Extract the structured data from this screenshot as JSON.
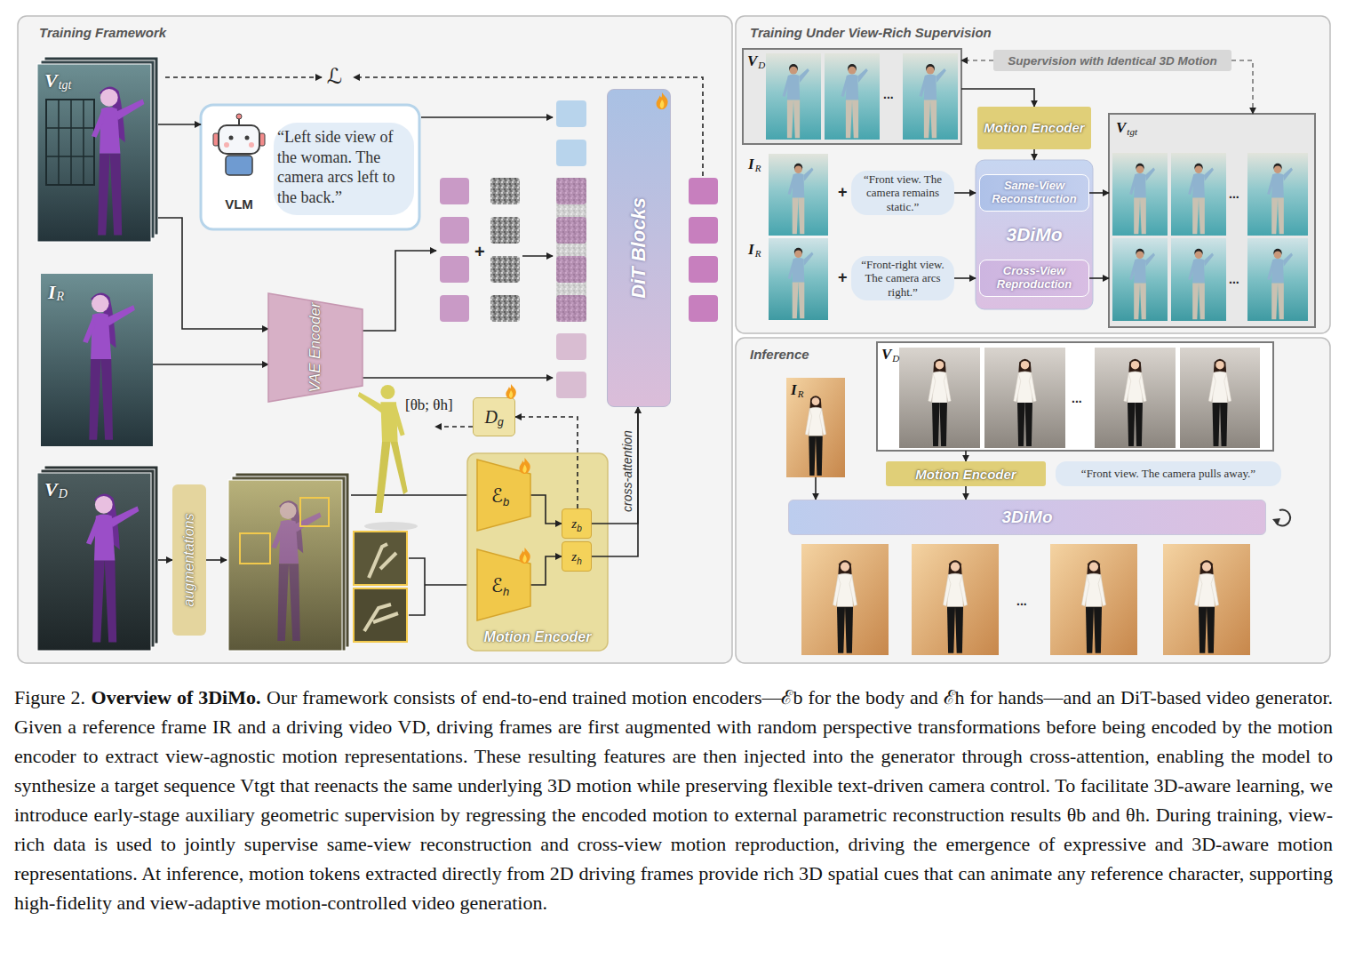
{
  "diagram": {
    "title": "Overview of 3DiMo.",
    "caption": "Our framework consists of end-to-end trained motion encoders—ℰb for the body and ℰh for hands—and an DiT-based video generator. Given a reference frame IR and a driving video VD, driving frames are first augmented with random perspective transformations before being encoded by the motion encoder to extract view-agnostic motion representations. These resulting features are then injected into the generator through cross-attention, enabling the model to synthesize a target sequence Vtgt that reenacts the same underlying 3D motion while preserving flexible text-driven camera control. To facilitate 3D-aware learning, we introduce early-stage auxiliary geometric supervision by regressing the encoded motion to external parametric reconstruction results θb and θh. During training, view-rich data is used to jointly supervise same-view reconstruction and cross-view motion reproduction, driving the emergence of expressive and 3D-aware motion representations. At inference, motion tokens extracted directly from 2D driving frames provide rich 3D spatial cues that can animate any reference character, supporting high-fidelity and view-adaptive motion-controlled video generation.",
    "nodes": [
      {
        "text": [
          "Training Framework"
        ]
      },
      {
        "text": [
          "V",
          "tgt"
        ],
        "in": 0
      },
      {
        "text": [
          "VLM",
          "“Left side view of the woman. The camera arcs left to the back.”"
        ],
        "in": 0
      },
      {
        "text": [
          "VAE Encoder"
        ],
        "in": 0
      },
      {
        "text": [
          "I",
          "R"
        ],
        "in": 0
      },
      {
        "text": [
          "DiT Blocks"
        ],
        "in": 0
      },
      {
        "text": [
          "D",
          "g"
        ],
        "in": 0
      },
      {
        "text": [
          "V",
          "D"
        ],
        "in": 0
      },
      {
        "text": [
          "augmentations"
        ],
        "in": 0
      },
      {
        "text": [
          "Motion Encoder"
        ],
        "in": 0
      },
      {
        "text": [
          "ℰ",
          "b"
        ],
        "in": 9
      },
      {
        "text": [
          "ℰ",
          "h"
        ],
        "in": 9
      },
      {
        "text": [
          "z",
          "b"
        ],
        "in": 9
      },
      {
        "text": [
          "z",
          "h"
        ],
        "in": 9
      },
      {
        "text": [
          "Training Under View-Rich Supervision"
        ]
      },
      {
        "text": [
          "V",
          "D"
        ],
        "in": 14
      },
      {
        "text": [
          "Supervision with Identical 3D Motion"
        ],
        "in": 14
      },
      {
        "text": [
          "Motion Encoder"
        ],
        "in": 14
      },
      {
        "text": [
          "I",
          "R"
        ],
        "in": 14
      },
      {
        "text": [
          "“Front view. The camera remains static.”"
        ],
        "in": 14
      },
      {
        "text": [
          "I",
          "R"
        ],
        "in": 14
      },
      {
        "text": [
          "“Front-right view. The camera arcs right.”"
        ],
        "in": 14
      },
      {
        "text": [
          "3DiMo"
        ],
        "in": 14
      },
      {
        "text": [
          "Same-View Reconstruction"
        ],
        "in": 22
      },
      {
        "text": [
          "Cross-View Reproduction"
        ],
        "in": 22
      },
      {
        "text": [
          "V",
          "tgt"
        ],
        "in": 14
      },
      {
        "text": [
          "Inference"
        ]
      },
      {
        "text": [
          "I",
          "R"
        ],
        "in": 26
      },
      {
        "text": [
          "V",
          "D"
        ],
        "in": 26
      },
      {
        "text": [
          "Motion Encoder"
        ],
        "in": 26
      },
      {
        "text": [
          "“Front view. The camera pulls away.”"
        ],
        "in": 26
      },
      {
        "text": [
          "3DiMo"
        ],
        "in": 26
      }
    ],
    "edges": [
      {
        "from": 1,
        "to": 2,
        "arrow": "to"
      },
      {
        "from": 1,
        "to": 3,
        "arrow": "to"
      },
      {
        "from": 4,
        "to": 3,
        "arrow": "to"
      },
      {
        "from": 7,
        "to": 8,
        "arrow": "to"
      },
      {
        "from": 10,
        "to": 12,
        "arrow": "to"
      },
      {
        "from": 11,
        "to": 13,
        "arrow": "to"
      },
      {
        "from": 12,
        "to": 5,
        "label": "cross-attention",
        "arrow": "to"
      },
      {
        "from": 13,
        "to": 5,
        "arrow": "to"
      },
      {
        "from": 12,
        "to": 6,
        "arrow": "to"
      },
      {
        "from": 15,
        "to": 17,
        "arrow": "to"
      },
      {
        "from": 16,
        "to": 15,
        "arrow": "to"
      },
      {
        "from": 16,
        "to": 25,
        "arrow": "to"
      },
      {
        "from": 17,
        "to": 22,
        "arrow": "to"
      },
      {
        "from": 19,
        "to": 22,
        "arrow": "to"
      },
      {
        "from": 21,
        "to": 22,
        "arrow": "to"
      },
      {
        "from": 23,
        "to": 25,
        "arrow": "to"
      },
      {
        "from": 24,
        "to": 25,
        "arrow": "to"
      },
      {
        "from": 27,
        "to": 31,
        "arrow": "to"
      },
      {
        "from": 28,
        "to": 29,
        "arrow": "to"
      },
      {
        "from": 29,
        "to": 31,
        "arrow": "to"
      }
    ],
    "labels": [
      "ℒ",
      "+",
      "[θb; θh]",
      "+",
      "+",
      "...",
      "...",
      "...",
      "...",
      "...",
      "Figure 2."
    ]
  }
}
